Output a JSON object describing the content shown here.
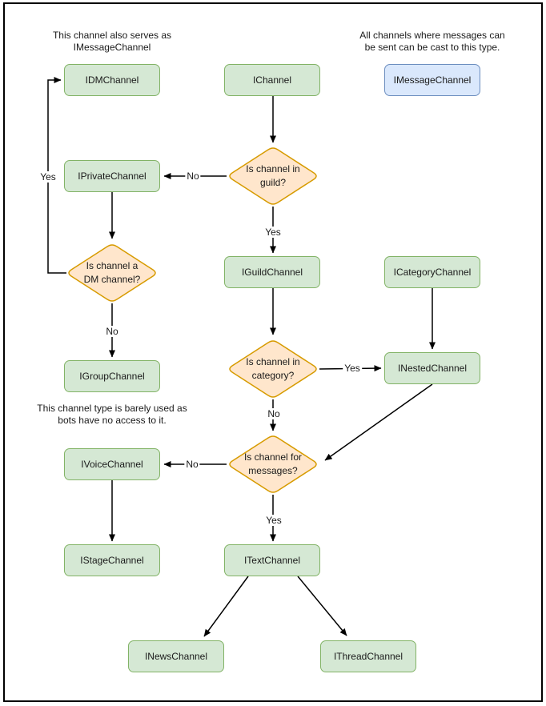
{
  "diagram": {
    "colors": {
      "node_fill": "#d5e8d4",
      "node_stroke": "#82b366",
      "highlight_fill": "#dae8fc",
      "highlight_stroke": "#6c8ebf",
      "decision_fill": "#ffe6cc",
      "decision_stroke": "#d79b00",
      "edge_color": "#000000",
      "page_border": "#000000"
    },
    "notes": {
      "dm_note": "This channel also serves as\nIMessageChannel",
      "message_note": "All channels where messages can\nbe sent can be cast to this type.",
      "group_note": "This channel type is barely used as\nbots have no access to it."
    },
    "nodes": {
      "idm": "IDMChannel",
      "ichannel": "IChannel",
      "imessage": "IMessageChannel",
      "iprivate": "IPrivateChannel",
      "iguild": "IGuildChannel",
      "icategory": "ICategoryChannel",
      "igroup": "IGroupChannel",
      "inested": "INestedChannel",
      "ivoice": "IVoiceChannel",
      "istage": "IStageChannel",
      "itext": "ITextChannel",
      "inews": "INewsChannel",
      "ithread": "IThreadChannel"
    },
    "decisions": {
      "in_guild": "Is channel in\nguild?",
      "is_dm": "Is channel a\nDM channel?",
      "in_category": "Is channel in\ncategory?",
      "for_messages": "Is channel for\nmessages?"
    },
    "edge_labels": {
      "yes_dm_to_idm": "Yes",
      "no_guild_to_private": "No",
      "yes_guild_to_iguild": "Yes",
      "no_dm_to_group": "No",
      "yes_category_to_nested": "Yes",
      "no_category_to_messages": "No",
      "no_messages_to_voice": "No",
      "yes_messages_to_text": "Yes"
    }
  }
}
